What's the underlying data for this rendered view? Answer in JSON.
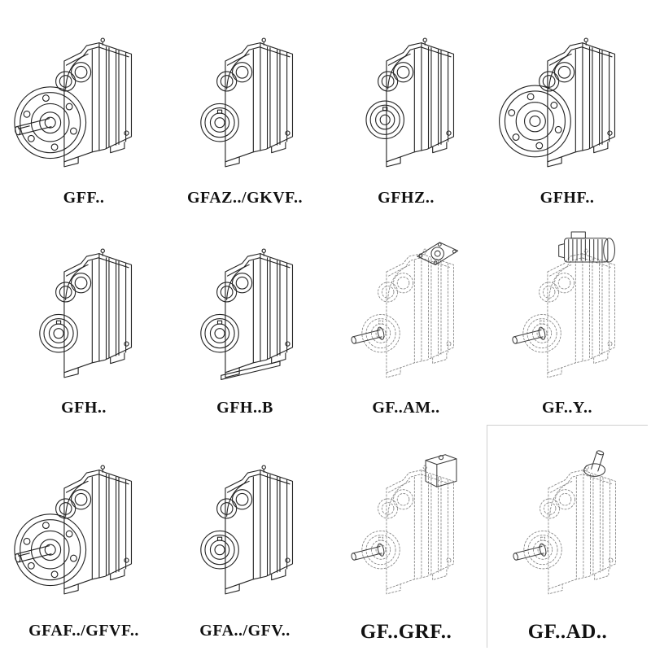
{
  "page": {
    "type": "gearbox-catalog-grid",
    "background": "#ffffff",
    "line_color": "#242424",
    "phantom_line_color": "#848484"
  },
  "cells": [
    {
      "label": "GFF..",
      "drawing": "helical-gearbox-output-flange-solid-shaft",
      "line_style": "solid"
    },
    {
      "label": "GFAZ../GKVF..",
      "drawing": "helical-gearbox-hollow-shaft",
      "line_style": "solid"
    },
    {
      "label": "GFHZ..",
      "drawing": "helical-gearbox-hollow-shaft",
      "line_style": "solid"
    },
    {
      "label": "GFHF..",
      "drawing": "helical-gearbox-output-flange",
      "line_style": "solid"
    },
    {
      "label": "GFH..",
      "drawing": "helical-gearbox-hollow-shaft",
      "line_style": "solid"
    },
    {
      "label": "GFH..B",
      "drawing": "helical-gearbox-hollow-shaft-base",
      "line_style": "solid"
    },
    {
      "label": "GF..AM..",
      "drawing": "helical-gearbox-iec-input-flange",
      "line_style": "dashed"
    },
    {
      "label": "GF..Y..",
      "drawing": "helical-gearbox-mounted-motor",
      "line_style": "dashed"
    },
    {
      "label": "GFAF../GFVF..",
      "drawing": "helical-gearbox-output-flange-solid-shaft",
      "line_style": "solid"
    },
    {
      "label": "GFA../GFV..",
      "drawing": "helical-gearbox-hollow-shaft",
      "line_style": "solid"
    },
    {
      "label": "GF..GRF..",
      "drawing": "helical-gearbox-input-adapter",
      "line_style": "dashed"
    },
    {
      "label": "GF..AD..",
      "drawing": "helical-gearbox-input-shaft-adapter",
      "line_style": "dashed"
    }
  ]
}
